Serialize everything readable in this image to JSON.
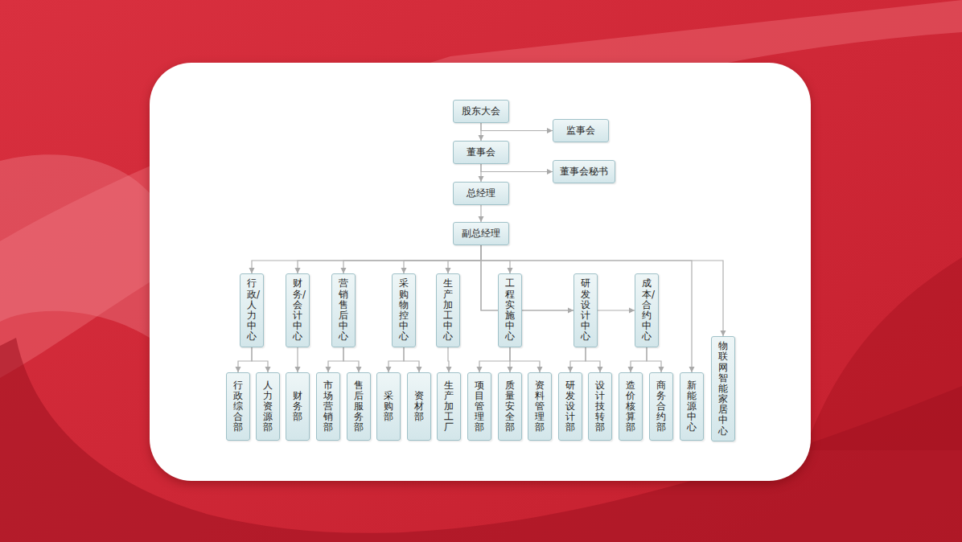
{
  "diagram": {
    "nodes": [
      {
        "text": [
          "股东大会"
        ]
      },
      {
        "text": [
          "监事会"
        ]
      },
      {
        "text": [
          "董事会"
        ]
      },
      {
        "text": [
          "董事会秘书"
        ]
      },
      {
        "text": [
          "总经理"
        ]
      },
      {
        "text": [
          "副总经理"
        ]
      },
      {
        "text": [
          "行政/人力中心"
        ]
      },
      {
        "text": [
          "财务/会计中心"
        ]
      },
      {
        "text": [
          "营销售后中心"
        ]
      },
      {
        "text": [
          "采购物控中心"
        ]
      },
      {
        "text": [
          "生产加工中心"
        ]
      },
      {
        "text": [
          "工程实施中心"
        ]
      },
      {
        "text": [
          "研发设计中心"
        ]
      },
      {
        "text": [
          "成本/合约中心"
        ]
      },
      {
        "text": [
          "新能源中心"
        ]
      },
      {
        "text": [
          "物联网智能家居中心"
        ]
      },
      {
        "text": [
          "行政综合部"
        ]
      },
      {
        "text": [
          "人力资源部"
        ]
      },
      {
        "text": [
          "财务部"
        ]
      },
      {
        "text": [
          "市场营销部"
        ]
      },
      {
        "text": [
          "售后服务部"
        ]
      },
      {
        "text": [
          "采购部"
        ]
      },
      {
        "text": [
          "资材部"
        ]
      },
      {
        "text": [
          "生产加工厂"
        ]
      },
      {
        "text": [
          "项目管理部"
        ]
      },
      {
        "text": [
          "质量安全部"
        ]
      },
      {
        "text": [
          "资料管理部"
        ]
      },
      {
        "text": [
          "研发设计部"
        ]
      },
      {
        "text": [
          "设计技转部"
        ]
      },
      {
        "text": [
          "造价核算部"
        ]
      },
      {
        "text": [
          "商务合约部"
        ]
      }
    ],
    "edges": [
      {
        "from": 0,
        "to": 1,
        "arrow": "to"
      },
      {
        "from": 0,
        "to": 2,
        "arrow": "to"
      },
      {
        "from": 2,
        "to": 3,
        "arrow": "to"
      },
      {
        "from": 2,
        "to": 4,
        "arrow": "to"
      },
      {
        "from": 4,
        "to": 5,
        "arrow": "to"
      },
      {
        "from": 5,
        "to": 6,
        "arrow": "to"
      },
      {
        "from": 5,
        "to": 7,
        "arrow": "to"
      },
      {
        "from": 5,
        "to": 8,
        "arrow": "to"
      },
      {
        "from": 5,
        "to": 9,
        "arrow": "to"
      },
      {
        "from": 5,
        "to": 10,
        "arrow": "to"
      },
      {
        "from": 5,
        "to": 11,
        "arrow": "to"
      },
      {
        "from": 5,
        "to": 12,
        "arrow": "to"
      },
      {
        "from": 5,
        "to": 13,
        "arrow": "to"
      },
      {
        "from": 5,
        "to": 14,
        "arrow": "to"
      },
      {
        "from": 5,
        "to": 15,
        "arrow": "to"
      },
      {
        "from": 6,
        "to": 16,
        "arrow": "to"
      },
      {
        "from": 6,
        "to": 17,
        "arrow": "to"
      },
      {
        "from": 7,
        "to": 18,
        "arrow": "to"
      },
      {
        "from": 8,
        "to": 19,
        "arrow": "to"
      },
      {
        "from": 8,
        "to": 20,
        "arrow": "to"
      },
      {
        "from": 9,
        "to": 21,
        "arrow": "to"
      },
      {
        "from": 9,
        "to": 22,
        "arrow": "to"
      },
      {
        "from": 10,
        "to": 23,
        "arrow": "to"
      },
      {
        "from": 11,
        "to": 24,
        "arrow": "to"
      },
      {
        "from": 11,
        "to": 25,
        "arrow": "to"
      },
      {
        "from": 11,
        "to": 26,
        "arrow": "to"
      },
      {
        "from": 12,
        "to": 27,
        "arrow": "to"
      },
      {
        "from": 12,
        "to": 28,
        "arrow": "to"
      },
      {
        "from": 13,
        "to": 29,
        "arrow": "to"
      },
      {
        "from": 13,
        "to": 30,
        "arrow": "to"
      }
    ]
  }
}
